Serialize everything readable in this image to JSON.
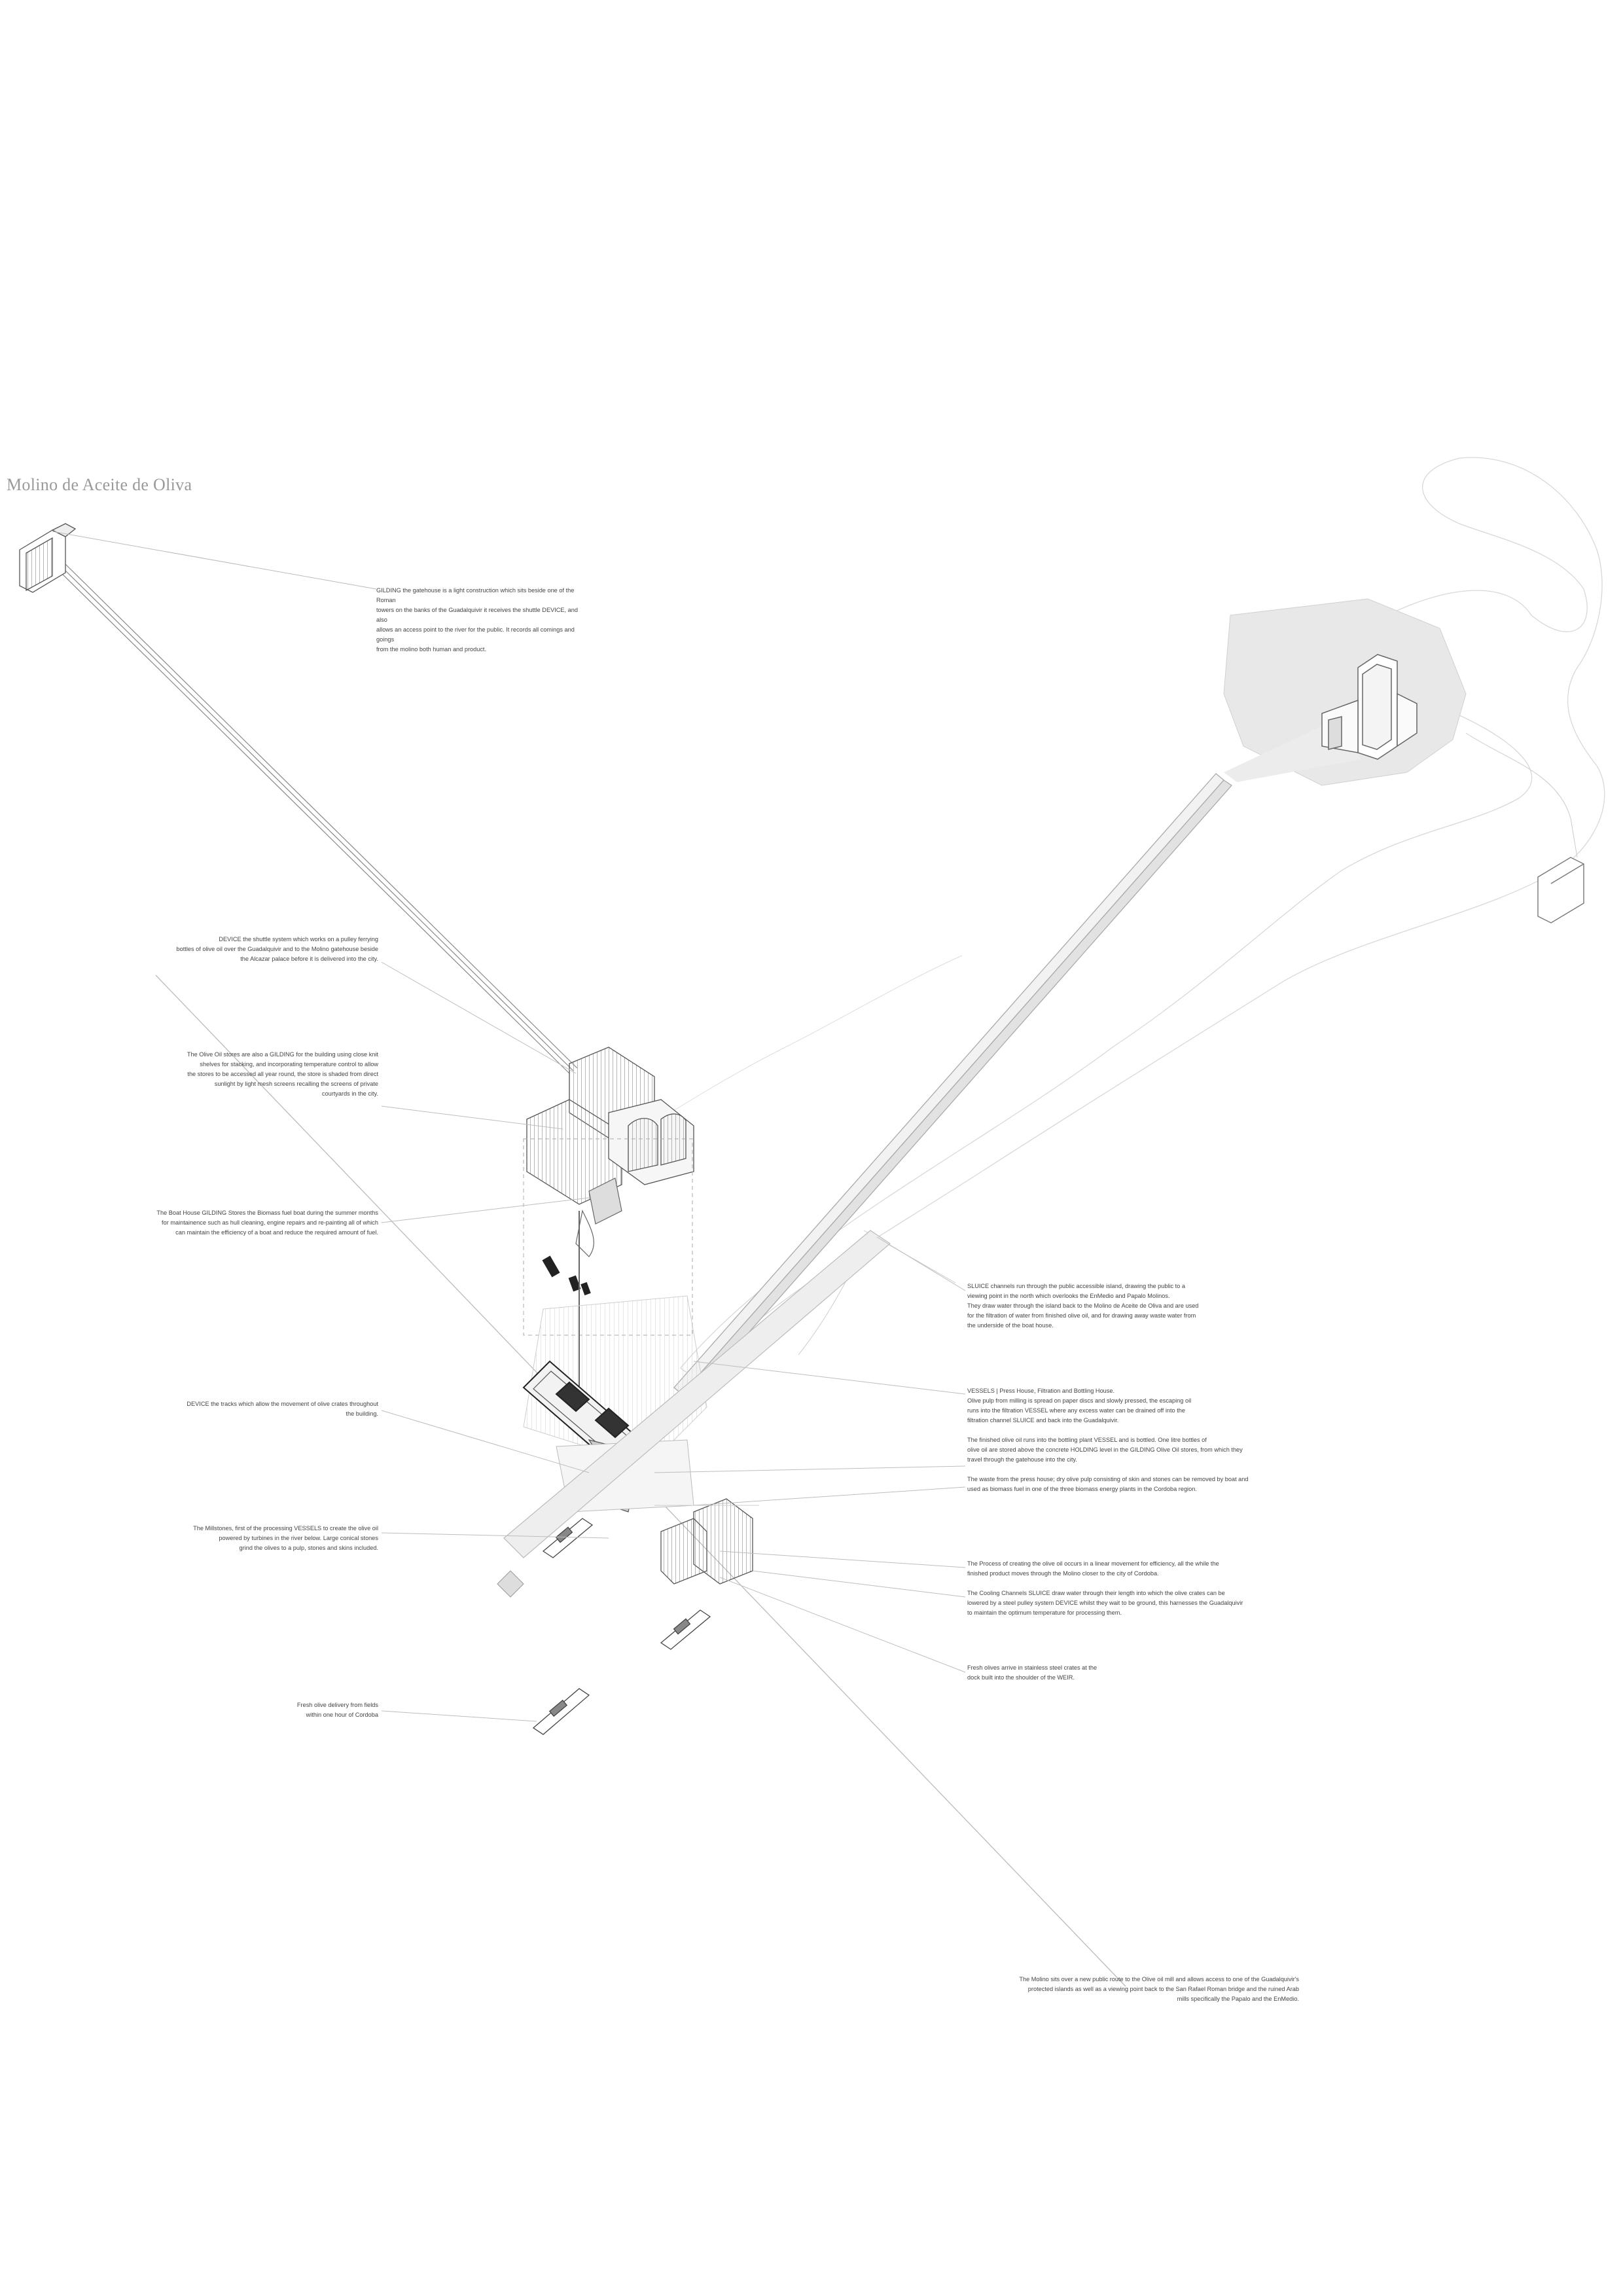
{
  "title": "Molino de Aceite de Oliva",
  "annotations": {
    "gilding_gatehouse": [
      "GILDING the gatehouse is a light construction which sits beside one of the Roman",
      "towers on the banks of the Guadalquivir it receives the shuttle DEVICE, and also",
      "allows an access point to the river for the public. It records all comings and goings",
      "from the molino both human and product."
    ],
    "device_shuttle": [
      "DEVICE the shuttle system which works on a pulley ferrying",
      "bottles of olive oil over the Guadalquivir and to the Molino gatehouse beside",
      "the Alcazar palace before it is delivered into the city."
    ],
    "olive_oil_stores": [
      "The Olive Oil stores are also a GILDING for the building using close knit",
      "shelves for stacking, and incorporating temperature control to allow",
      "the stores to be accessed all year round, the store is shaded from direct",
      "sunlight by light mesh screens recalling the screens of private",
      "courtyards in the city."
    ],
    "boat_house": [
      "The Boat House GILDING Stores the Biomass fuel boat during the summer months",
      "for maintainence such as hull cleaning, engine repairs and re-painting all of which",
      "can maintain the efficiency of a boat and reduce the required amount of fuel."
    ],
    "sluice_channels": [
      "SLUICE channels run through the public accessible island, drawing the public to a",
      "viewing point in the north which overlooks the EnMedio and Papalo Molinos.",
      "They draw water through the island back to the Molino de Aceite de Oliva and are used",
      "for the filtration of water from finished olive oil, and for drawing away waste water from",
      "the underside of the boat house."
    ],
    "device_tracks": [
      "DEVICE the tracks which allow the movement of olive crates throughout",
      "the building."
    ],
    "vessels_press": [
      "VESSELS  |  Press House, Filtration and Bottling House.",
      "Olive pulp from milling is spread on paper discs and slowly pressed, the escaping oil",
      "runs into the filtration VESSEL where any excess water can be drained off into the",
      "filtration channel SLUICE and back into the Guadalquivir."
    ],
    "bottling": [
      "The finished olive oil runs into the bottling plant VESSEL and is bottled. One litre bottles of",
      "olive oil are stored above the concrete HOLDING level in the GILDING Olive Oil stores, from which they",
      "travel through the gatehouse into the city."
    ],
    "waste": [
      "The waste from the press house; dry olive pulp consisting of skin and stones can be removed by boat and",
      "used as biomass fuel in one of the three biomass energy plants in the Cordoba region."
    ],
    "millstones": [
      "The Millstones, first of the processing VESSELS to create the olive oil",
      "powered by turbines in the river below. Large conical stones",
      "grind the olives to a pulp, stones and skins included."
    ],
    "process": [
      "The Process of creating the olive oil occurs in a linear movement for efficiency, all the while the",
      "finished product moves through the Molino closer to the city of Cordoba."
    ],
    "cooling_channels": [
      "The Cooling Channels SLUICE draw water through their length into which the olive crates can be",
      "lowered by a steel pulley system DEVICE whilst they wait to be ground, this harnesses the Guadalquivir",
      "to maintain the optimum temperature for processing them."
    ],
    "fresh_olives": [
      "Fresh olives arrive in stainless steel crates at the",
      "dock built into the shoulder of the WEIR."
    ],
    "delivery": [
      "Fresh olive delivery from fields",
      "within one hour of Cordoba"
    ],
    "public_route": [
      "The Molino sits over a new public route to the Olive oil mill and allows access to one of the Guadalquivir's",
      "protected islands as well as a viewing point back to the San Rafael Roman bridge and the ruined Arab",
      "mills specifically the Papalo and the EnMedio."
    ]
  }
}
